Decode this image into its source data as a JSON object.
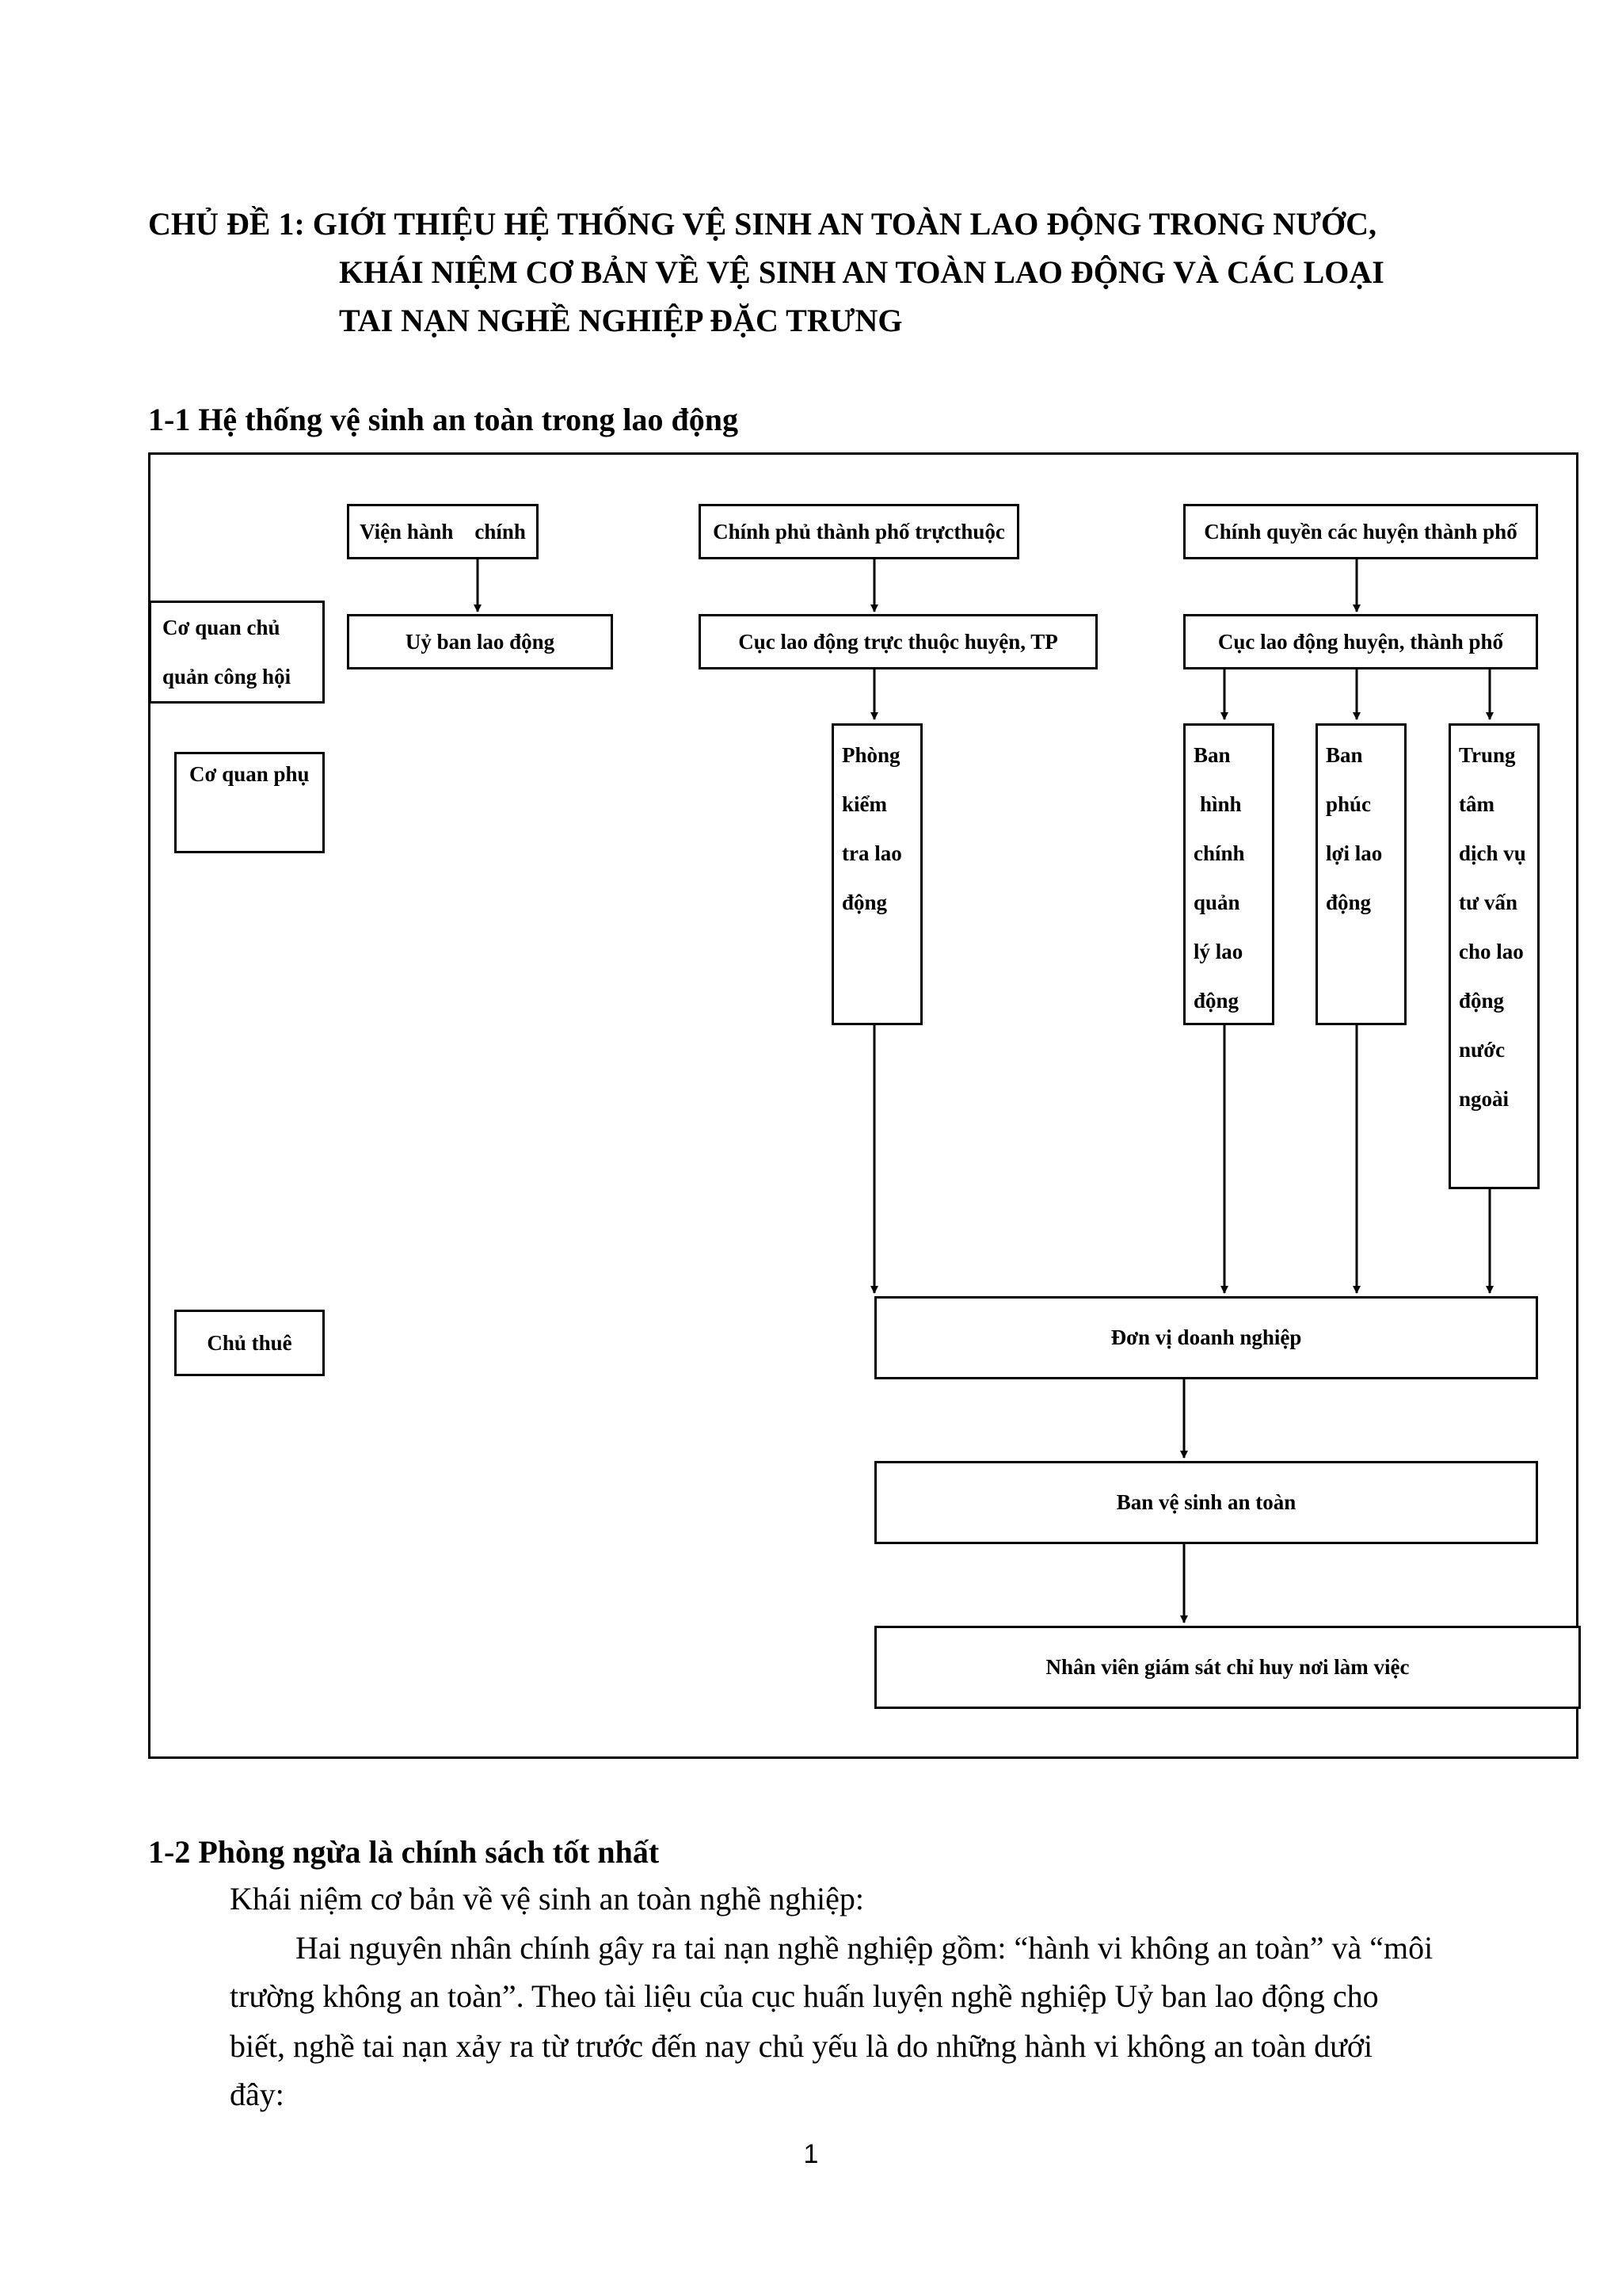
{
  "title": {
    "line1": "CHỦ ĐỀ 1: GIỚI THIỆU HỆ THỐNG VỆ SINH AN TOÀN LAO ĐỘNG TRONG NƯỚC,",
    "line2": "KHÁI NIỆM CƠ BẢN VỀ VỆ SINH AN TOÀN LAO ĐỘNG VÀ CÁC LOẠI",
    "line3": "TAI NẠN NGHỀ NGHIỆP ĐẶC TRƯNG"
  },
  "section1": {
    "heading": "1-1 Hệ thống vệ sinh an toàn trong lao động"
  },
  "diagram": {
    "vien_hanh_chinh": "Viện hành    chính",
    "chinh_phu": "Chính phủ thành phố trựcthuộc",
    "chinh_quyen": "Chính quyền các huyện thành phố",
    "co_quan_chu_quan": [
      "Cơ quan chủ",
      "quản công hội"
    ],
    "uy_ban": "Uỷ ban lao động",
    "cuc_truc_thuoc": "Cục lao động trực thuộc huyện, TP",
    "cuc_huyen": "Cục lao động huyện, thành phố",
    "co_quan_phu": "Cơ quan phụ",
    "phong_kiem_tra": [
      "Phòng",
      "kiểm",
      "tra lao",
      "động"
    ],
    "ban_hanh_chinh": [
      "Ban",
      "hình",
      "chính",
      "quản",
      "lý lao",
      "động"
    ],
    "ban_phuc_loi": [
      "Ban",
      "phúc",
      "lợi lao",
      "động"
    ],
    "trung_tam": [
      "Trung",
      "tâm",
      "dịch vụ",
      "tư vấn",
      "cho lao",
      "động",
      "nước",
      "ngoài"
    ],
    "chu_thue": "Chủ thuê",
    "don_vi": "Đơn vị doanh nghiệp",
    "ban_ve_sinh": "Ban vệ sinh an toàn",
    "nhan_vien": "Nhân viên giám sát chỉ huy nơi làm việc"
  },
  "section2": {
    "heading": "1-2 Phòng ngừa là chính sách tốt nhất",
    "subheading": "Khái niệm cơ bản về vệ sinh an toàn nghề nghiệp:",
    "paragraph_lines": [
      "Hai nguyên nhân chính gây ra tai nạn nghề nghiệp gồm: “hành vi không an toàn” và “môi",
      "trường không an toàn”. Theo tài liệu của cục huấn luyện nghề nghiệp Uỷ ban lao động cho",
      "biết, nghề tai nạn xảy ra từ trước đến nay chủ yếu là do những hành vi không an toàn dưới",
      "đây:"
    ]
  },
  "page_number": "1"
}
